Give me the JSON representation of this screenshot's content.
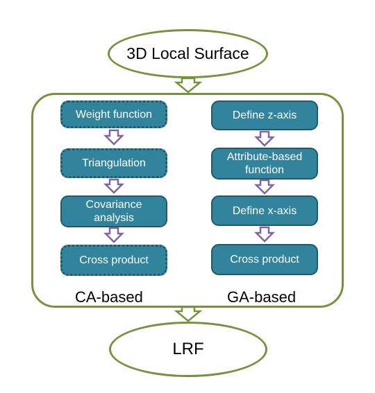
{
  "top_node": "3D Local Surface",
  "bottom_node": "LRF",
  "ca_branch": {
    "label": "CA-based",
    "steps": [
      "Weight function",
      "Triangulation",
      "Covariance analysis",
      "Cross product"
    ]
  },
  "ga_branch": {
    "label": "GA-based",
    "steps": [
      "Define z-axis",
      "Attribute-based function",
      "Define x-axis",
      "Cross product"
    ]
  },
  "colors": {
    "outline_green": "#76923c",
    "box_fill": "#31849b",
    "box_border": "#215967",
    "arrow_fill": "#ffffff",
    "small_arrow": "#8064a2"
  }
}
